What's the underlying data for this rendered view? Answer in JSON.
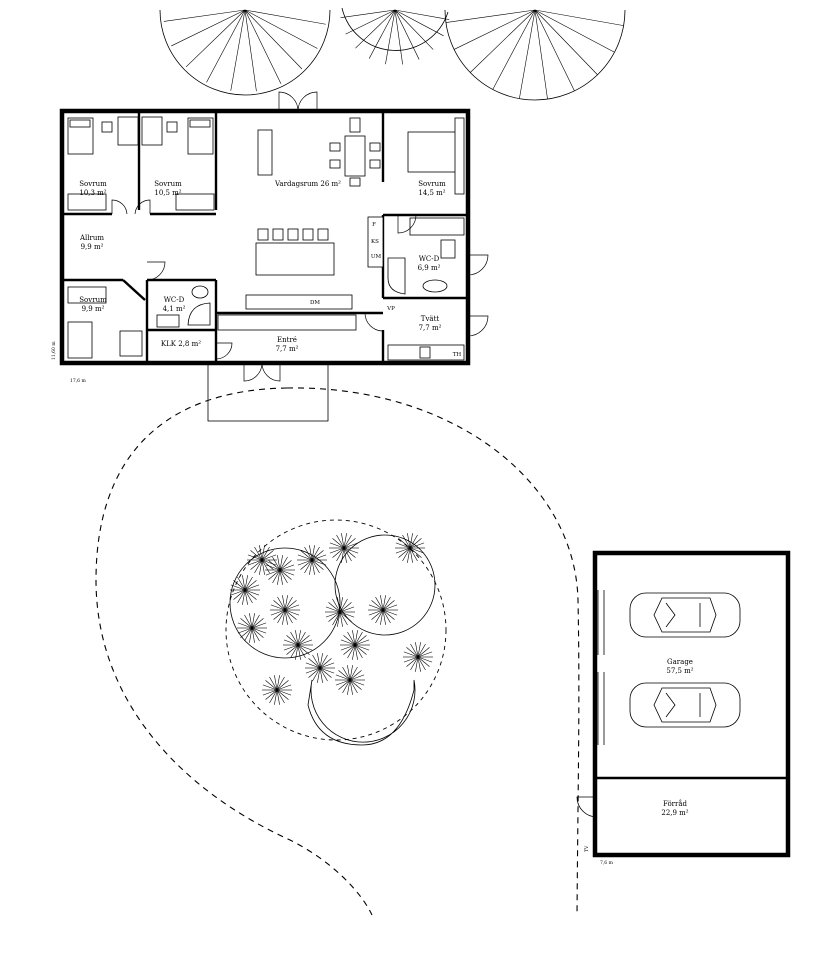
{
  "rooms": {
    "sov1": {
      "name": "Sovrum",
      "area": "10,3 m²"
    },
    "sov2": {
      "name": "Sovrum",
      "area": "10,5 m²"
    },
    "vardag": {
      "name": "Vardagsrum 26 m²"
    },
    "sov3": {
      "name": "Sovrum",
      "area": "14,5 m²"
    },
    "allrum": {
      "name": "Allrum",
      "area": "9,9 m²"
    },
    "wc1": {
      "name": "WC-D",
      "area": "6,9 m²"
    },
    "sov4": {
      "name": "Sovrum",
      "area": "9,9 m²"
    },
    "wc2": {
      "name": "WC-D",
      "area": "4,1 m²"
    },
    "klk": {
      "name": "KLK 2,8 m²"
    },
    "entre": {
      "name": "Entré",
      "area": "7,7 m²"
    },
    "tvatt": {
      "name": "Tvätt",
      "area": "7,7 m²"
    },
    "garage": {
      "name": "Garage",
      "area": "57,5 m²"
    },
    "forrad": {
      "name": "Förråd",
      "area": "22,9 m²"
    }
  },
  "appliances": {
    "f": "F",
    "ks": "KS",
    "um": "UM",
    "dm": "DM",
    "vp": "VP",
    "th": "TH"
  },
  "dims": {
    "house_h": "11,60 m",
    "house_w": "17,6 m",
    "garage_w": "7,6 m",
    "garage_h": "TV"
  }
}
